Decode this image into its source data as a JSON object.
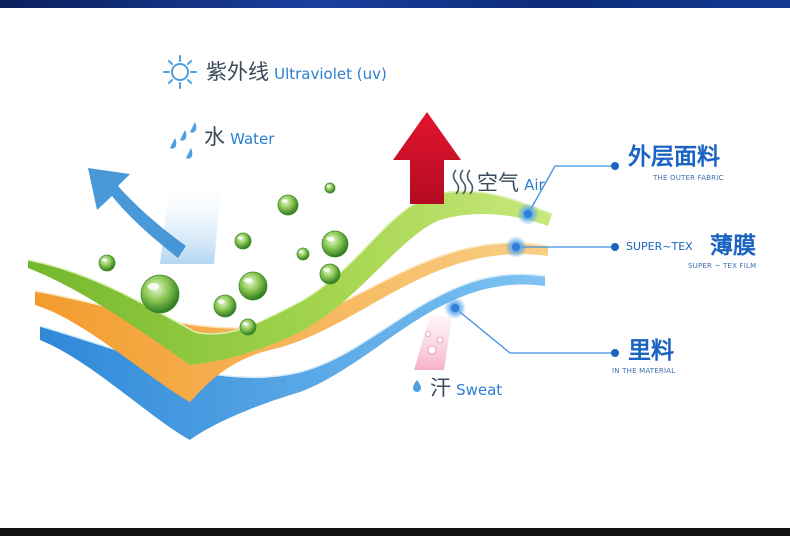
{
  "environment": {
    "uv": {
      "icon": "sun-icon",
      "cn": "紫外线",
      "en": "Ultraviolet (uv)"
    },
    "water": {
      "icon": "water-drops-icon",
      "cn": "水",
      "en": "Water"
    },
    "air": {
      "icon": "air-wave-icon",
      "cn": "空气",
      "en": "Air"
    },
    "sweat": {
      "icon": "sweat-drop-icon",
      "cn": "汗",
      "en": "Sweat"
    }
  },
  "layers": {
    "outer": {
      "title_cn": "外层面料",
      "title_en": "THE OUTER FABRIC"
    },
    "membrane": {
      "title_en": "SUPER~TEX",
      "title_cn": "薄膜",
      "subtitle_en": "SUPER ~ TEX FILM"
    },
    "lining": {
      "title_cn": "里料",
      "title_en": "IN THE MATERIAL"
    }
  },
  "colors": {
    "outer_layer": "#8cc63f",
    "membrane_layer": "#f4a640",
    "lining_layer": "#4a9de0",
    "air_arrow": "#d8102e",
    "water_arrow": "#3a8fd4",
    "callout_line": "#3b8fe0",
    "label_blue": "#1a63c2",
    "top_band": "#15358a",
    "bottom_band": "#111111"
  }
}
